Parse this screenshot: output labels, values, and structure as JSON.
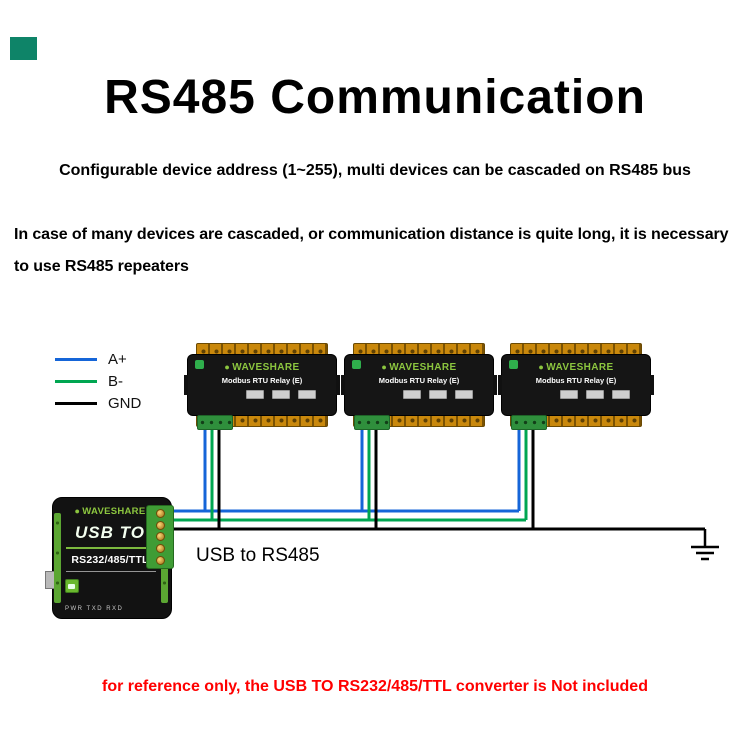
{
  "page": {
    "title": "RS485 Communication",
    "paragraph1": "Configurable device address (1~255), multi devices can be cascaded on RS485 bus",
    "paragraph2": "In case of many devices are cascaded, or communication distance is quite long, it is necessary to use RS485 repeaters",
    "footnote": "for reference only, the USB TO RS232/485/TTL converter is Not included"
  },
  "legend": {
    "items": [
      {
        "label": "A+",
        "color": "#1565d8"
      },
      {
        "label": "B-",
        "color": "#00a651"
      },
      {
        "label": "GND",
        "color": "#000000"
      }
    ]
  },
  "modules": [
    {
      "brand": "WAVESHARE",
      "model": "Modbus RTU Relay (E)"
    },
    {
      "brand": "WAVESHARE",
      "model": "Modbus RTU Relay (E)"
    },
    {
      "brand": "WAVESHARE",
      "model": "Modbus RTU Relay (E)"
    }
  ],
  "converter": {
    "brand": "WAVESHARE",
    "line1": "USB TO",
    "line2": "RS232/485/TTL",
    "leds": "PWR TXD RXD",
    "caption": "USB to RS485"
  },
  "icons": {
    "waveshare_logo": "●",
    "ground_icon": "earth-ground-symbol"
  },
  "colors": {
    "wire_a": "#1565d8",
    "wire_b": "#00a651",
    "wire_gnd": "#000000",
    "accent_red": "#ff0000",
    "brand_green": "#8cc63f",
    "terminal_orange": "#c9880c",
    "corner_accent": "#0e8468"
  }
}
